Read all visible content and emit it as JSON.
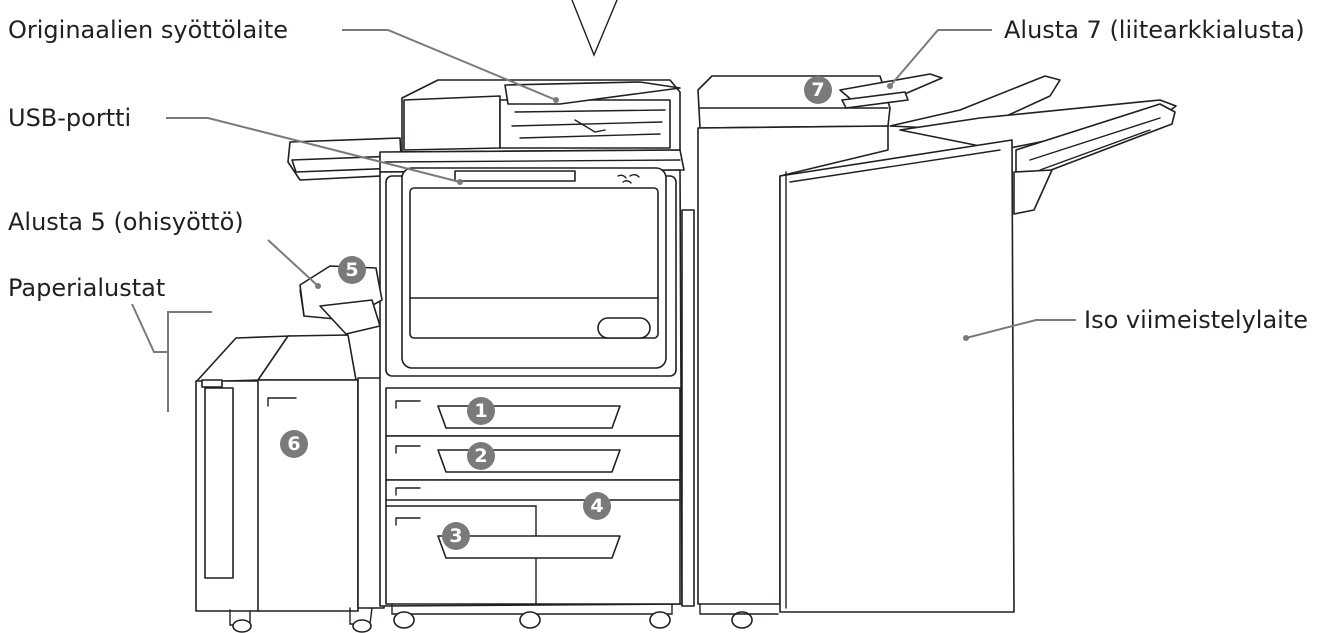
{
  "labels": {
    "document_feeder": "Originaalien syöttölaite",
    "usb_port": "USB-portti",
    "tray5": "Alusta 5 (ohisyöttö)",
    "paper_trays": "Paperialustat",
    "tray7": "Alusta 7 (liitearkkialusta)",
    "finisher": "Iso viimeistelylaite"
  },
  "badges": [
    "1",
    "2",
    "3",
    "4",
    "5",
    "6",
    "7"
  ],
  "colors": {
    "leader": "#7a7a7a",
    "badge": "#7a7a7a",
    "outline": "#231f20",
    "text": "#231f20"
  }
}
